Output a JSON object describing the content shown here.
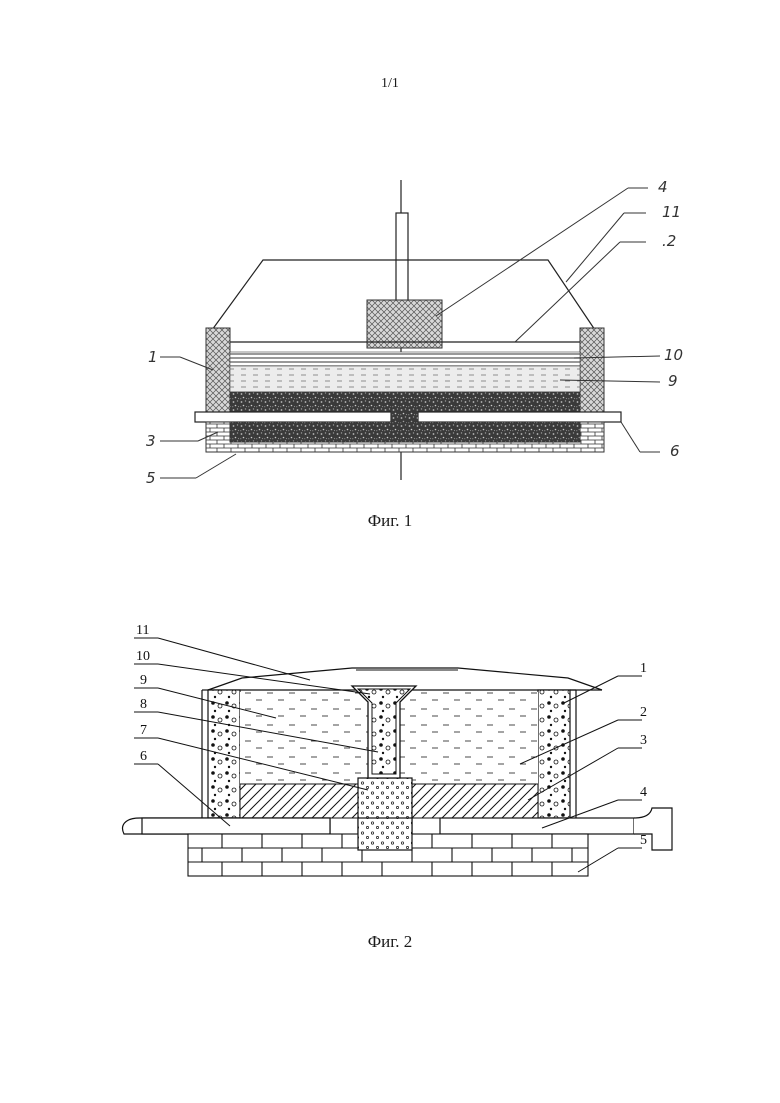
{
  "page": {
    "number": "1/1"
  },
  "figure1": {
    "caption": "Фиг. 1",
    "labels": {
      "l1": "1",
      "l3": "3",
      "l4": "4",
      "l5": "5",
      "l6": "6",
      "l9": "9",
      "l10": "10",
      "l11": "11",
      "l12": ".2"
    }
  },
  "figure2": {
    "caption": "Фиг. 2",
    "labels": {
      "l1": "1",
      "l2": "2",
      "l3": "3",
      "l4": "4",
      "l5": "5",
      "l6": "6",
      "l7": "7",
      "l8": "8",
      "l9": "9",
      "l10": "10",
      "l11": "11"
    }
  }
}
